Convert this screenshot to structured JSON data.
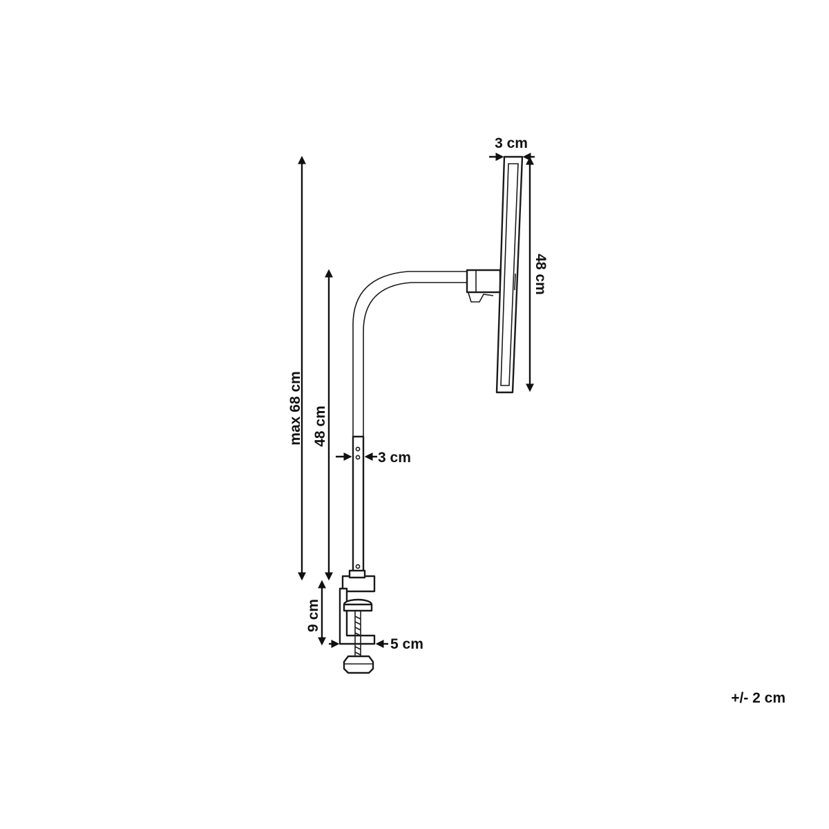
{
  "dimensions": {
    "head_width": "3 cm",
    "head_length": "48 cm",
    "total_height": "max 68 cm",
    "arm_height": "48 cm",
    "arm_diameter": "3 cm",
    "clamp_opening": "9 cm",
    "clamp_depth": "5 cm"
  },
  "tolerance": "+/- 2 cm"
}
